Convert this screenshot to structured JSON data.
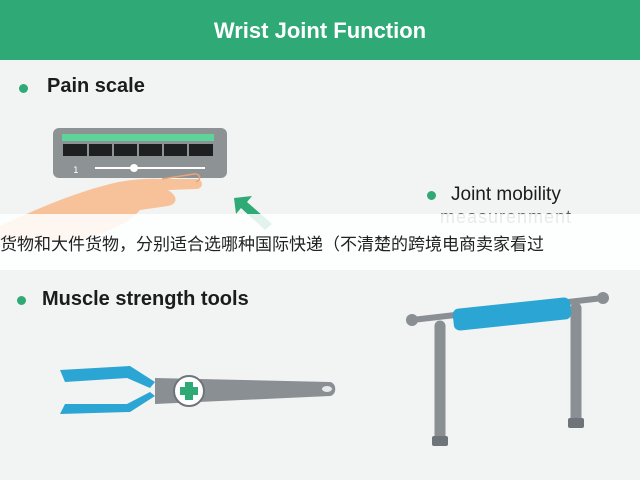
{
  "header": {
    "title": "Wrist Joint Function"
  },
  "sections": {
    "pain": {
      "label": "Pain scale",
      "device_min": "1"
    },
    "mobility": {
      "label": "Joint mobility",
      "sub": "measurenment"
    },
    "strength": {
      "label": "Muscle strength tools"
    }
  },
  "overlay": {
    "text": "货物和大件货物，分别适合选哪种国际快递（不清楚的跨境电商卖家看过"
  },
  "colors": {
    "accent": "#2faa76",
    "tool_blue": "#2ba5d3",
    "metal": "#8a8f93",
    "skin": "#f7c29a"
  }
}
